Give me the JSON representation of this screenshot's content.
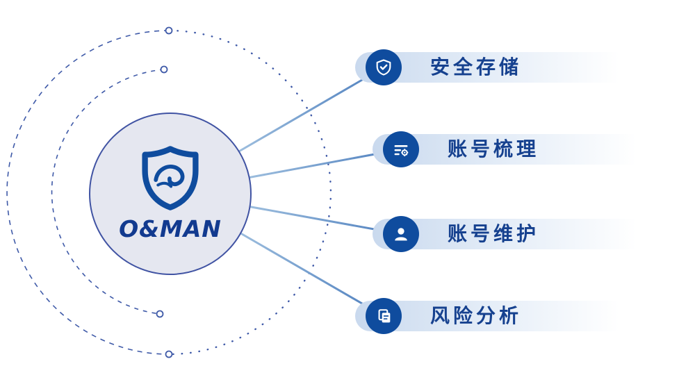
{
  "logo": {
    "text": "O&MAN"
  },
  "features": [
    {
      "label": "安全存储",
      "icon": "shield-check-icon"
    },
    {
      "label": "账号梳理",
      "icon": "account-list-gear-icon"
    },
    {
      "label": "账号维护",
      "icon": "user-icon"
    },
    {
      "label": "风险分析",
      "icon": "documents-icon"
    }
  ],
  "colors": {
    "primary_blue": "#0f4c9e",
    "label_blue": "#16418f",
    "bar_gradient_start": "#c9d9ee",
    "bar_gradient_end": "#ffffff",
    "circle_fill": "#e5e7f0",
    "circle_border": "#4053a3",
    "dash_blue": "#3f5aa8",
    "connector_light": "#9dbede",
    "connector_dark": "#4e7fbe"
  }
}
